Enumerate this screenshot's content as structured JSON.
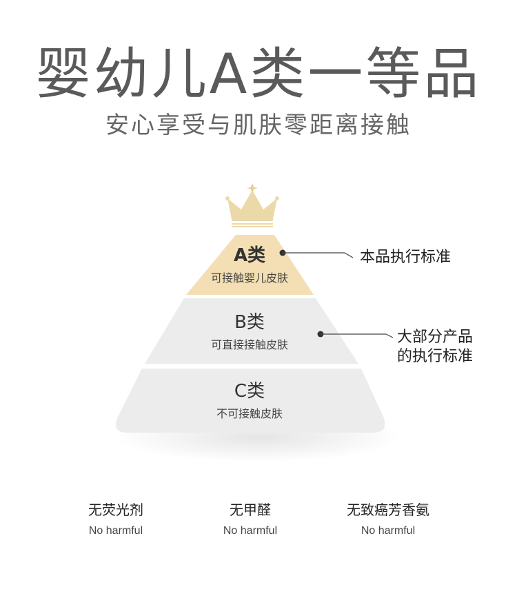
{
  "header": {
    "title": "婴幼儿A类一等品",
    "subtitle": "安心享受与肌肤零距离接触"
  },
  "pyramid": {
    "tiers": [
      {
        "name": "A类",
        "desc": "可接触婴儿皮肤",
        "color": "#f3dfb3"
      },
      {
        "name": "B类",
        "desc": "可直接接触皮肤",
        "color": "#ececec"
      },
      {
        "name": "C类",
        "desc": "不可接触皮肤",
        "color": "#ececec"
      }
    ],
    "crown_color": "#ecd9a9",
    "callouts": [
      {
        "lines": [
          "本品执行标准"
        ]
      },
      {
        "lines": [
          "大部分产品",
          "的执行标准"
        ]
      }
    ]
  },
  "features": [
    {
      "cn": "无荧光剂",
      "en": "No harmful"
    },
    {
      "cn": "无甲醛",
      "en": "No harmful"
    },
    {
      "cn": "无致癌芳香氨",
      "en": "No harmful"
    }
  ],
  "icons": [
    "crown-icon",
    "bullet-dot-icon"
  ]
}
